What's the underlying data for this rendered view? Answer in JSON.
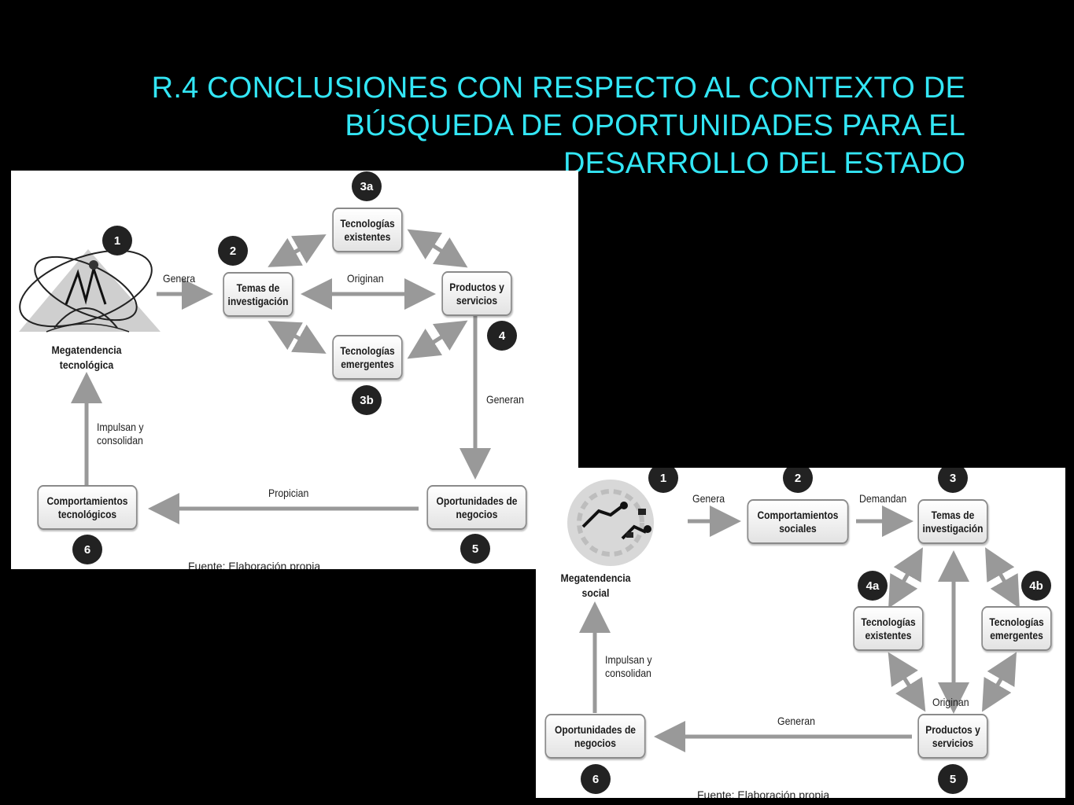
{
  "title": {
    "line1": "R.4 CONCLUSIONES CON RESPECTO AL CONTEXTO DE",
    "line2": "BÚSQUEDA DE OPORTUNIDADES PARA EL",
    "line3": "DESARROLLO DEL ESTADO"
  },
  "colors": {
    "title": "#33e6f5",
    "background": "#000000",
    "arrow": "#999999",
    "badge": "#222222"
  },
  "diagram1": {
    "badges": {
      "b1": "1",
      "b2": "2",
      "b3a": "3a",
      "b3b": "3b",
      "b4": "4",
      "b5": "5",
      "b6": "6"
    },
    "illustration_icon": "megatrend-technology-icon",
    "megatendencia": "Megatendencia\ntecnológica",
    "nodes": {
      "temas": "Temas de\ninvestigación",
      "existentes": "Tecnologías\nexistentes",
      "emergentes": "Tecnologías\nemergentes",
      "productos": "Productos y\nservicios",
      "oportunidades": "Oportunidades de\nnegocios",
      "comportamientos": "Comportamientos\ntecnológicos"
    },
    "edges": {
      "genera": "Genera",
      "originan": "Originan",
      "generan": "Generan",
      "propician": "Propician",
      "impulsan": "Impulsan y\nconsolidan"
    },
    "source": "Fuente: Elaboración propia"
  },
  "diagram2": {
    "badges": {
      "b1": "1",
      "b2": "2",
      "b3": "3",
      "b4a": "4a",
      "b4b": "4b",
      "b5": "5",
      "b6": "6"
    },
    "illustration_icon": "megatrend-social-icon",
    "megatendencia": "Megatendencia\nsocial",
    "nodes": {
      "comportamientos": "Comportamientos\nsociales",
      "temas": "Temas de\ninvestigación",
      "existentes": "Tecnologías\nexistentes",
      "emergentes": "Tecnologías\nemergentes",
      "productos": "Productos y\nservicios",
      "oportunidades": "Oportunidades de\nnegocios"
    },
    "edges": {
      "genera": "Genera",
      "demandan": "Demandan",
      "originan": "Originan",
      "generan": "Generan",
      "impulsan": "Impulsan y\nconsolidan"
    },
    "source": "Fuente: Elaboración propia"
  }
}
